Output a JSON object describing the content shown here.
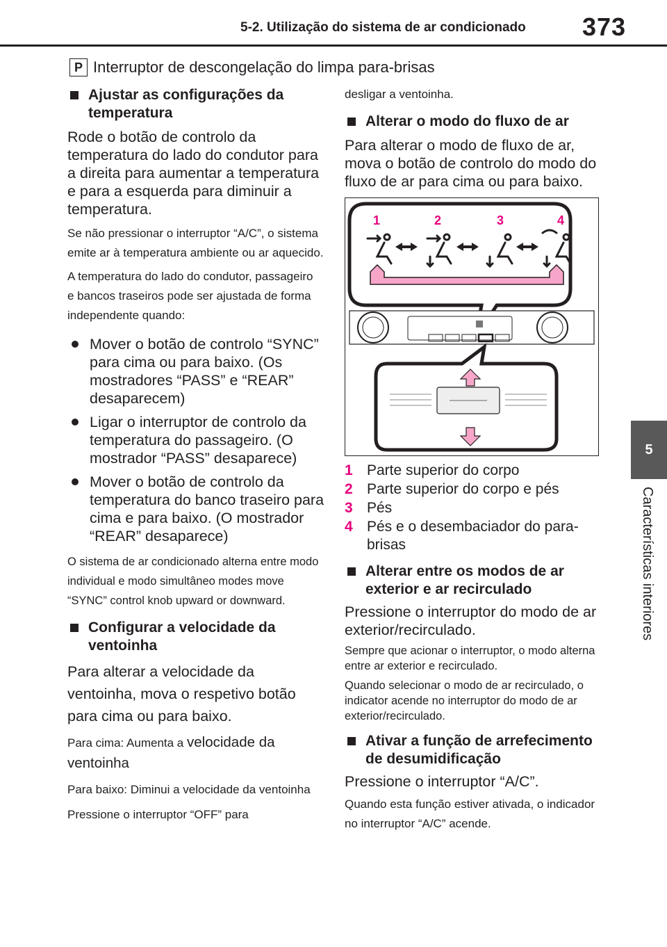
{
  "header": {
    "section_title": "5-2. Utilização do sistema de ar condicionado",
    "page_number": "373"
  },
  "side_tab": {
    "chapter_number": "5",
    "chapter_title": "Características interiores"
  },
  "top_item": {
    "marker": "P",
    "text": "Interruptor de descongelação do limpa para-brisas"
  },
  "col1": {
    "sec1": {
      "title": "Ajustar as configurações da temperatura",
      "body": "Rode o botão de controlo da temperatura do lado do condutor para a direita para aumentar a temperatura e para a esquerda para diminuir a temperatura.",
      "note1": "Se não pressionar o interruptor “A/C”, o sistema emite ar à temperatura ambiente ou ar aquecido.",
      "note2": "A temperatura do lado do condutor, passageiro e bancos traseiros pode ser ajustada de forma independente quando:",
      "bullets": [
        "Mover o botão de controlo “SYNC” para cima ou para baixo. (Os mostradores “PASS” e “REAR” desaparecem)",
        "Ligar o interruptor de controlo da temperatura do passageiro. (O mostrador “PASS” desaparece)",
        "Mover o botão de controlo da temperatura do banco traseiro para cima e para baixo. (O mostrador “REAR” desaparece)"
      ],
      "note3": "O sistema de ar condicionado alterna entre modo individual e modo simultâneo modes move “SYNC” control knob upward or downward."
    },
    "sec2": {
      "title": "Configurar a velocidade da ventoinha",
      "body": "Para alterar a velocidade da ventoinha, mova o respetivo botão para cima ou para baixo.",
      "up_prefix": "Para cima: Aumenta a ",
      "up_suffix": "velocidade da ventoinha",
      "down": "Para baixo: Diminui a velocidade da ventoinha",
      "off": "Pressione o interruptor “OFF” para"
    }
  },
  "col2": {
    "cont": "desligar a ventoinha.",
    "sec3": {
      "title": "Alterar o modo do fluxo de ar",
      "body": "Para alterar o modo de fluxo de ar, mova o botão de controlo do modo do fluxo de ar para cima ou para baixo."
    },
    "figure": {
      "labels": [
        "1",
        "2",
        "3",
        "4"
      ]
    },
    "legend": [
      {
        "n": "1",
        "text": "Parte superior do corpo"
      },
      {
        "n": "2",
        "text": "Parte superior do corpo e pés"
      },
      {
        "n": "3",
        "text": "Pés"
      },
      {
        "n": "4",
        "text": "Pés e o desembaciador do para-brisas"
      }
    ],
    "sec4": {
      "title": "Alterar entre os modos de ar exterior e ar recirculado",
      "body": "Pressione o interruptor do modo de ar exterior/recirculado.",
      "note1": "Sempre que acionar o interruptor, o modo alterna entre ar exterior e recirculado.",
      "note2": "Quando selecionar o modo de ar recirculado, o indicator acende no interruptor do modo de ar exterior/recirculado."
    },
    "sec5": {
      "title": "Ativar a função de arrefecimento de desumidificação",
      "body": "Pressione o interruptor “A/C”.",
      "note": "Quando esta função estiver ativada, o indicador no interruptor “A/C” acende."
    }
  },
  "colors": {
    "accent_pink": "#e6007e",
    "arrow_fill": "#f7a6c9",
    "tab_gray": "#595959"
  },
  "icons": [
    "face-vent-icon",
    "bi-level-vent-icon",
    "foot-vent-icon",
    "foot-defrost-vent-icon",
    "double-arrow-icon"
  ]
}
